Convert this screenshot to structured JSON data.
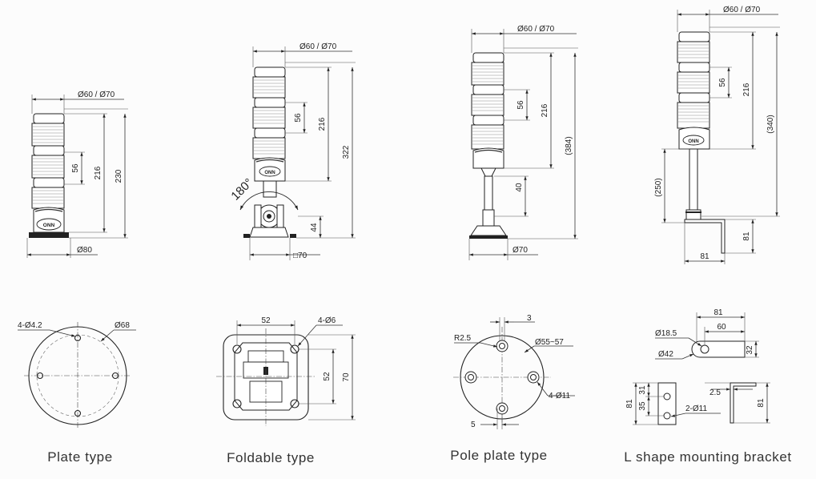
{
  "captions": {
    "plate": "Plate type",
    "foldable": "Foldable type",
    "pole": "Pole plate type",
    "lshape": "L shape mounting bracket"
  },
  "brand": "ONN",
  "plate": {
    "diameter": "Ø60 / Ø70",
    "pitch": "56",
    "tier_height": "216",
    "total_height": "230",
    "base_diameter": "Ø80",
    "holes": "4-Ø4.2",
    "pcd": "Ø68"
  },
  "foldable": {
    "diameter": "Ø60 / Ø70",
    "pitch": "56",
    "tier_height": "216",
    "total_height": "322",
    "angle": "180°",
    "base_height": "44",
    "base_size": "□70",
    "hole_span": "52",
    "holes": "4-Ø6",
    "hole_span_v": "52",
    "plate_size": "70"
  },
  "pole": {
    "diameter": "Ø60 / Ø70",
    "pitch": "56",
    "tier_height": "216",
    "total_height": "(384)",
    "pole_height": "40",
    "base_diameter": "Ø70",
    "slot_width": "3",
    "radius": "R2.5",
    "pcd": "Ø55~57",
    "holes": "4-Ø11",
    "offset": "5"
  },
  "lshape": {
    "diameter": "Ø60 / Ø70",
    "pitch": "56",
    "tier_height": "216",
    "total_height": "(340)",
    "pole_height": "(250)",
    "bracket_height": "81",
    "bracket_width": "81",
    "top_width": "81",
    "inner_width": "60",
    "hole_small": "Ø18.5",
    "hole_large": "Ø42",
    "plate_width": "32",
    "side_81": "81",
    "dim_31": "31",
    "dim_35": "35",
    "dim_81_right": "81",
    "thickness": "2.5",
    "holes": "2-Ø11"
  }
}
